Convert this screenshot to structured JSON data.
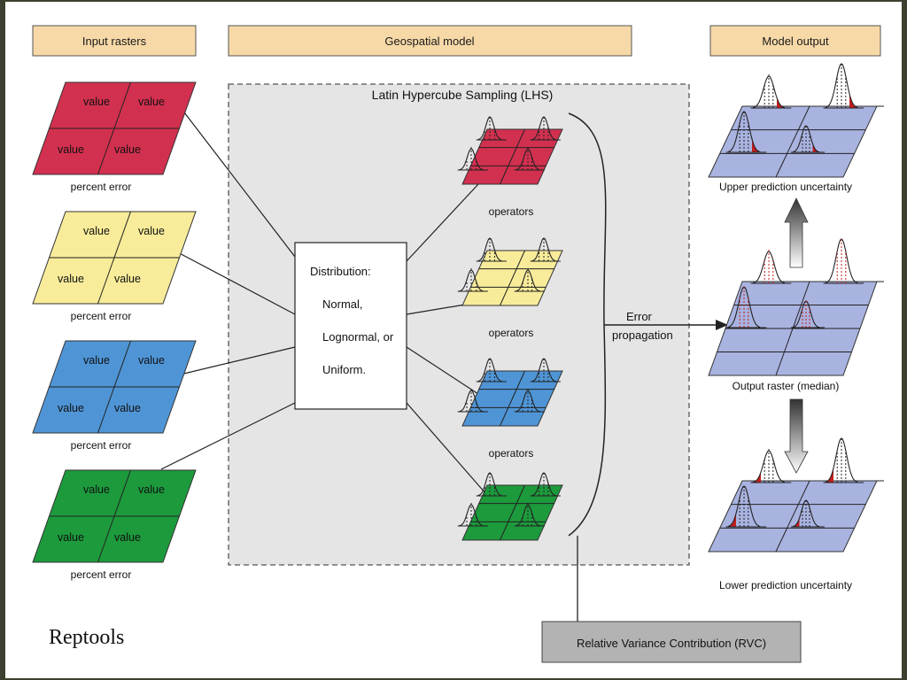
{
  "headers": {
    "input": "Input rasters",
    "model": "Geospatial model",
    "output": "Model output"
  },
  "lhs_title": "Latin Hypercube Sampling (LHS)",
  "cell_value": "value",
  "input_rasters": [
    {
      "color": "#d2304f",
      "caption": "percent error"
    },
    {
      "color": "#f8ec9a",
      "caption": "percent error"
    },
    {
      "color": "#4f95d6",
      "caption": "percent error"
    },
    {
      "color": "#1c9a3c",
      "caption": "percent error"
    }
  ],
  "distribution_box": {
    "title": "Distribution:",
    "options": [
      "Normal,",
      "Lognormal, or",
      "Uniform."
    ]
  },
  "operators_label": "operators",
  "error_propagation": [
    "Error",
    "propagation"
  ],
  "outputs": {
    "upper": "Upper prediction uncertainty",
    "median": "Output raster (median)",
    "lower": "Lower prediction uncertainty"
  },
  "rvc_label": "Relative Variance Contribution (RVC)",
  "footer": "Reptools",
  "colors": {
    "output_fill": "#a9b3e0",
    "header_fill": "#f7d9a8",
    "lhs_fill": "#e5e5e5",
    "rvc_fill": "#b3b3b3",
    "tail_red": "#c41e1e"
  }
}
